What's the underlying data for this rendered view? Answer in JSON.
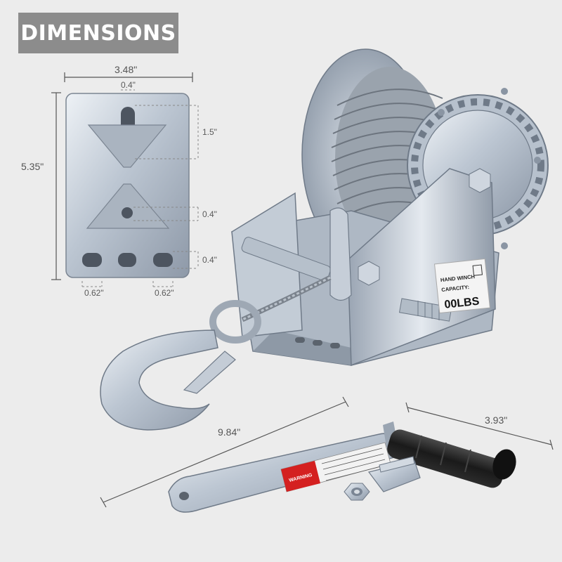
{
  "badge": {
    "title": "DIMENSIONS"
  },
  "plate": {
    "width": "3.48\"",
    "height": "5.35\"",
    "slot_width": "0.4\"",
    "slot_length": "1.5\"",
    "hole_dia": "0.4\"",
    "bottom_hole_dia": "0.4\"",
    "bottom_slot_left": "0.62\"",
    "bottom_slot_right": "0.62\""
  },
  "winch": {
    "label_line1": "HAND WINCH",
    "label_line2": "CAPACITY:",
    "label_line3": "00LBS"
  },
  "handle": {
    "length": "9.84\"",
    "grip_length": "3.93\"",
    "warning_text": "WARNING"
  },
  "colors": {
    "background": "#ececec",
    "badge": "#8c8c8c",
    "zinc": "#c9d2dc",
    "warning_red": "#d42020",
    "grip": "#1e1e1e"
  }
}
